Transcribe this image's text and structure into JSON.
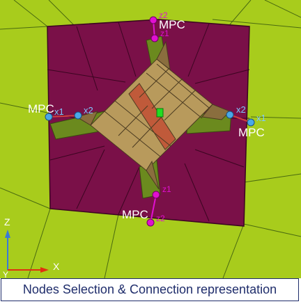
{
  "caption": "Nodes Selection & Connection representation",
  "colors": {
    "background_plate": "#a8cc1c",
    "mesh_lines": "#4a6a10",
    "panel": "#7a1048",
    "panel_edges": "#3a0520",
    "stiffener": "#b89a5c",
    "stiffener_dark": "#8a6e3e",
    "flange": "#6b8a1e",
    "weld_band": "#c05a3a",
    "center_node": "#22dd22",
    "mpc_vertical_nodes": "#e010d0",
    "mpc_horizontal_nodes": "#4aa8e8",
    "axis_z": "#3a7ad8",
    "axis_x": "#e03010",
    "caption_text": "#1f2d6b"
  },
  "connections": {
    "top": {
      "label": "MPC",
      "node_outer": "z2",
      "node_inner": "z1"
    },
    "left": {
      "label": "MPC",
      "node_outer": "x1",
      "node_inner": "x2"
    },
    "right": {
      "label": "MPC",
      "node_outer": "x1",
      "node_inner": "x2"
    },
    "bottom": {
      "label": "MPC",
      "node_outer": "z2",
      "node_inner": "z1"
    }
  },
  "triad": {
    "z_label": "Z",
    "x_label": "X",
    "y_label": "Y"
  }
}
